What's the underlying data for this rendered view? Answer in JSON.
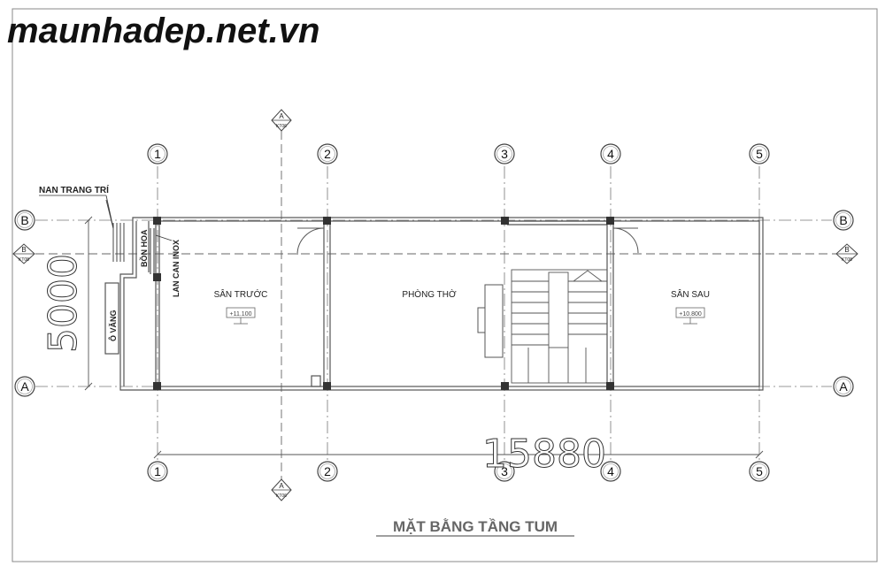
{
  "watermark": "maunhadep.net.vn",
  "title": "MẶT BẰNG TẦNG TUM",
  "rooms": {
    "front_yard": "SÂN TRƯỚC",
    "worship_room": "PHÒNG THỜ",
    "back_yard": "SÂN SAU"
  },
  "levels": {
    "front_yard": "+11.100",
    "back_yard": "+10.800"
  },
  "labels": {
    "decorative_bars": "NAN TRANG TRÍ",
    "flower_box": "BỒN HOA",
    "stainless_railing": "LAN CAN INOX",
    "canopy": "Ô VĂNG"
  },
  "grid": {
    "columns": [
      "1",
      "2",
      "3",
      "4",
      "5"
    ],
    "rows": [
      "B",
      "A"
    ]
  },
  "dimensions": {
    "total_length": "15880",
    "total_width": "5000"
  },
  "section_marks": {
    "a_letter": "A",
    "a_sheet": "KT06",
    "b_letter": "B",
    "b_sheet": "KT08"
  }
}
